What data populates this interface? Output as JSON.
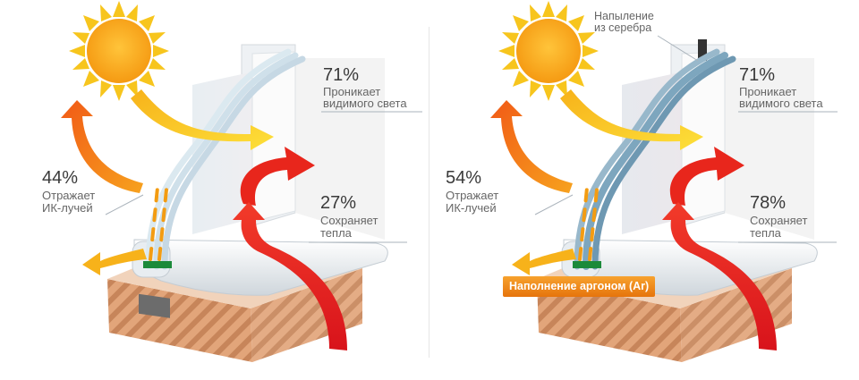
{
  "panels": [
    {
      "visible_light": {
        "value": "71%",
        "label_1": "Проникает",
        "label_2": "видимого света"
      },
      "ir_reflect": {
        "value": "44%",
        "label_1": "Отражает",
        "label_2": "ИК-лучей"
      },
      "heat_retain": {
        "value": "27%",
        "label_1": "Сохраняет",
        "label_2": "тепла"
      }
    },
    {
      "silver_coating": {
        "line_1": "Напыление",
        "line_2": "из серебра"
      },
      "visible_light": {
        "value": "71%",
        "label_1": "Проникает",
        "label_2": "видимого света"
      },
      "ir_reflect": {
        "value": "54%",
        "label_1": "Отражает",
        "label_2": "ИК-лучей"
      },
      "heat_retain": {
        "value": "78%",
        "label_1": "Сохраняет",
        "label_2": "тепла"
      },
      "argon_badge": "Наполнение аргоном (Ar)"
    }
  ],
  "colors": {
    "sun": "#f7a11a",
    "sun_rays": "#f7c51d",
    "light_arrow": "#f6c91d",
    "ir_arrow": "#f07d19",
    "heat_arrow": "#e2231a",
    "wall_brick": "#d99a6c",
    "argon_badge": "#ee8a1c",
    "glass_tint_coated": "#7da6be"
  }
}
